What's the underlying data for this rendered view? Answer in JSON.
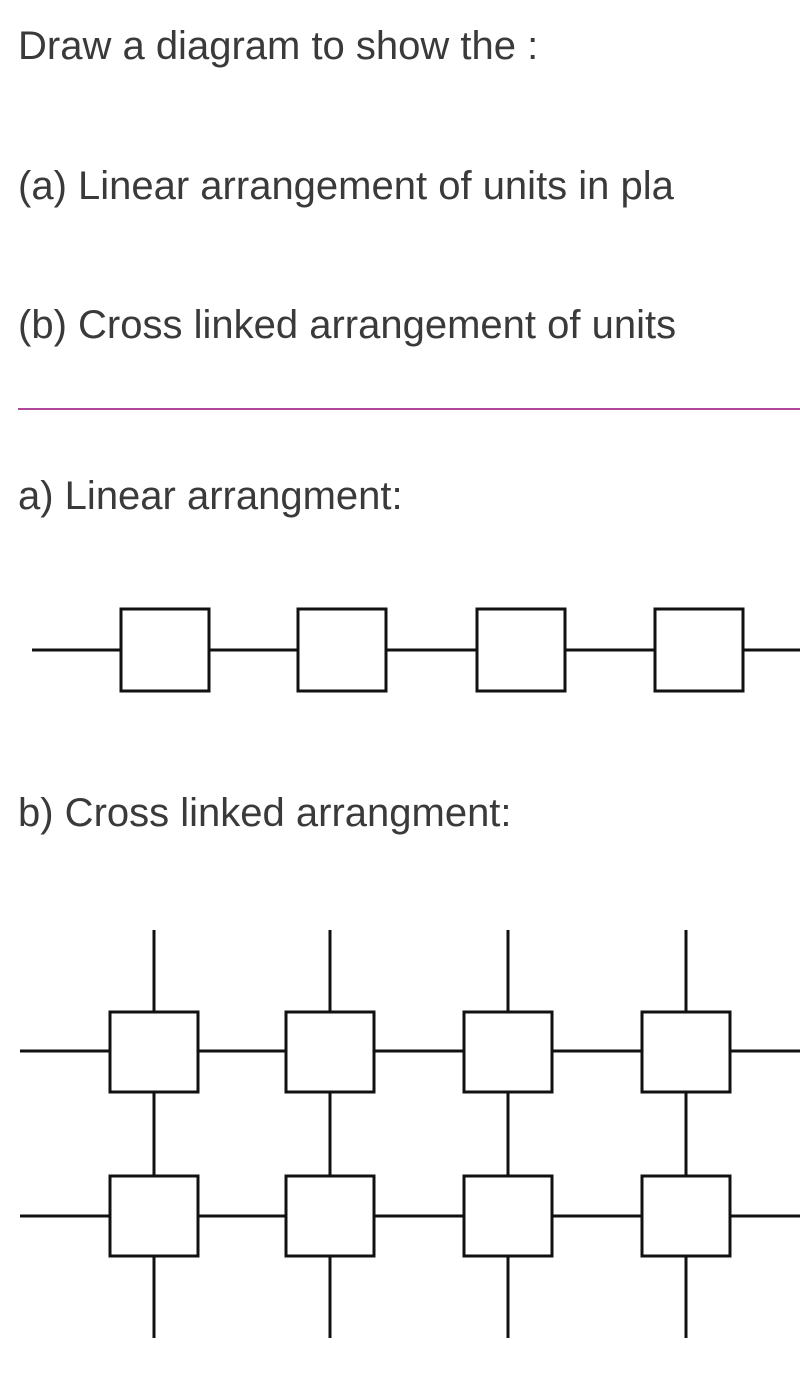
{
  "question": {
    "title": "Draw a diagram to show the :",
    "part_a": "(a) Linear arrangement of units in pla",
    "part_b": "(b) Cross linked arrangement of units"
  },
  "answer": {
    "a_heading": "a) Linear arrangment:",
    "b_heading": "b) Cross linked arrangment:"
  },
  "colors": {
    "text": "#3a3a3a",
    "divider": "#b0479a",
    "diagram_stroke": "#111111"
  },
  "diagrams": {
    "linear_unit_count": 4,
    "cross_linked_columns": 4,
    "cross_linked_rows": 2
  }
}
